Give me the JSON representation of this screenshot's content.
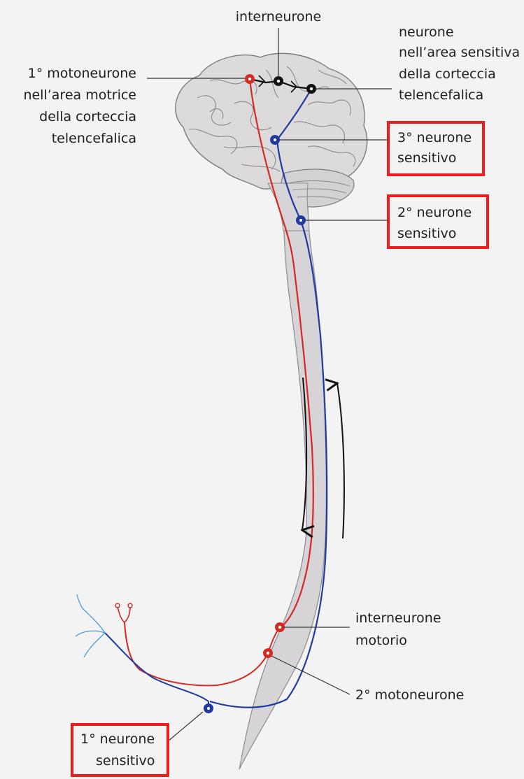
{
  "labels": {
    "interneurone_top": "interneurone",
    "sensory_cortex_neuron": [
      "neurone",
      "nell’area sensitiva",
      "della corteccia",
      "telencefalica"
    ],
    "motor_neuron_1": [
      "1° motoneurone",
      "nell’area motrice",
      "della corteccia",
      "telencefalica"
    ],
    "sensory_neuron_3": [
      "3° neurone",
      "sensitivo"
    ],
    "sensory_neuron_2": [
      "2° neurone",
      "sensitivo"
    ],
    "motor_interneuron": [
      "interneurone",
      "motorio"
    ],
    "motor_neuron_2": "2° motoneurone",
    "sensory_neuron_1": [
      "1° neurone",
      "sensitivo"
    ]
  },
  "colors": {
    "motor_pathway": "#d42a23",
    "sensory_pathway": "#1f3aa0",
    "highlight_box": "#ee1c1c",
    "spinal_cord": "#d8d6d9",
    "brain": "#dcdadb"
  }
}
